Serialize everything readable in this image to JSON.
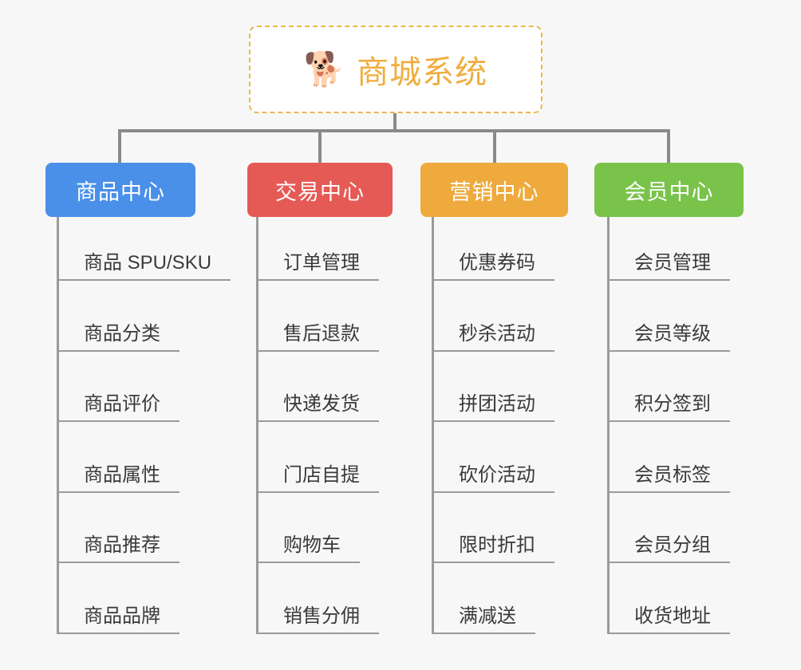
{
  "canvas": {
    "background_color": "#f7f7f7",
    "connector_color": "#8a8a8a"
  },
  "root": {
    "title": "商城系统",
    "icon": "shiba-dog-emoji",
    "icon_glyph": "🐕",
    "border_color": "#eeb64b",
    "text_color": "#f0ad3e",
    "background_color": "#ffffff"
  },
  "categories": [
    {
      "label": "商品中心",
      "color": "#4a90e8",
      "items": [
        "商品 SPU/SKU",
        "商品分类",
        "商品评价",
        "商品属性",
        "商品推荐",
        "商品品牌"
      ]
    },
    {
      "label": "交易中心",
      "color": "#e55a55",
      "items": [
        "订单管理",
        "售后退款",
        "快递发货",
        "门店自提",
        "购物车",
        "销售分佣"
      ]
    },
    {
      "label": "营销中心",
      "color": "#eeaa3c",
      "items": [
        "优惠券码",
        "秒杀活动",
        "拼团活动",
        "砍价活动",
        "限时折扣",
        "满减送"
      ]
    },
    {
      "label": "会员中心",
      "color": "#79c council",
      "items": [
        "会员管理",
        "会员等级",
        "积分签到",
        "会员标签",
        "会员分组",
        "收货地址"
      ]
    }
  ]
}
